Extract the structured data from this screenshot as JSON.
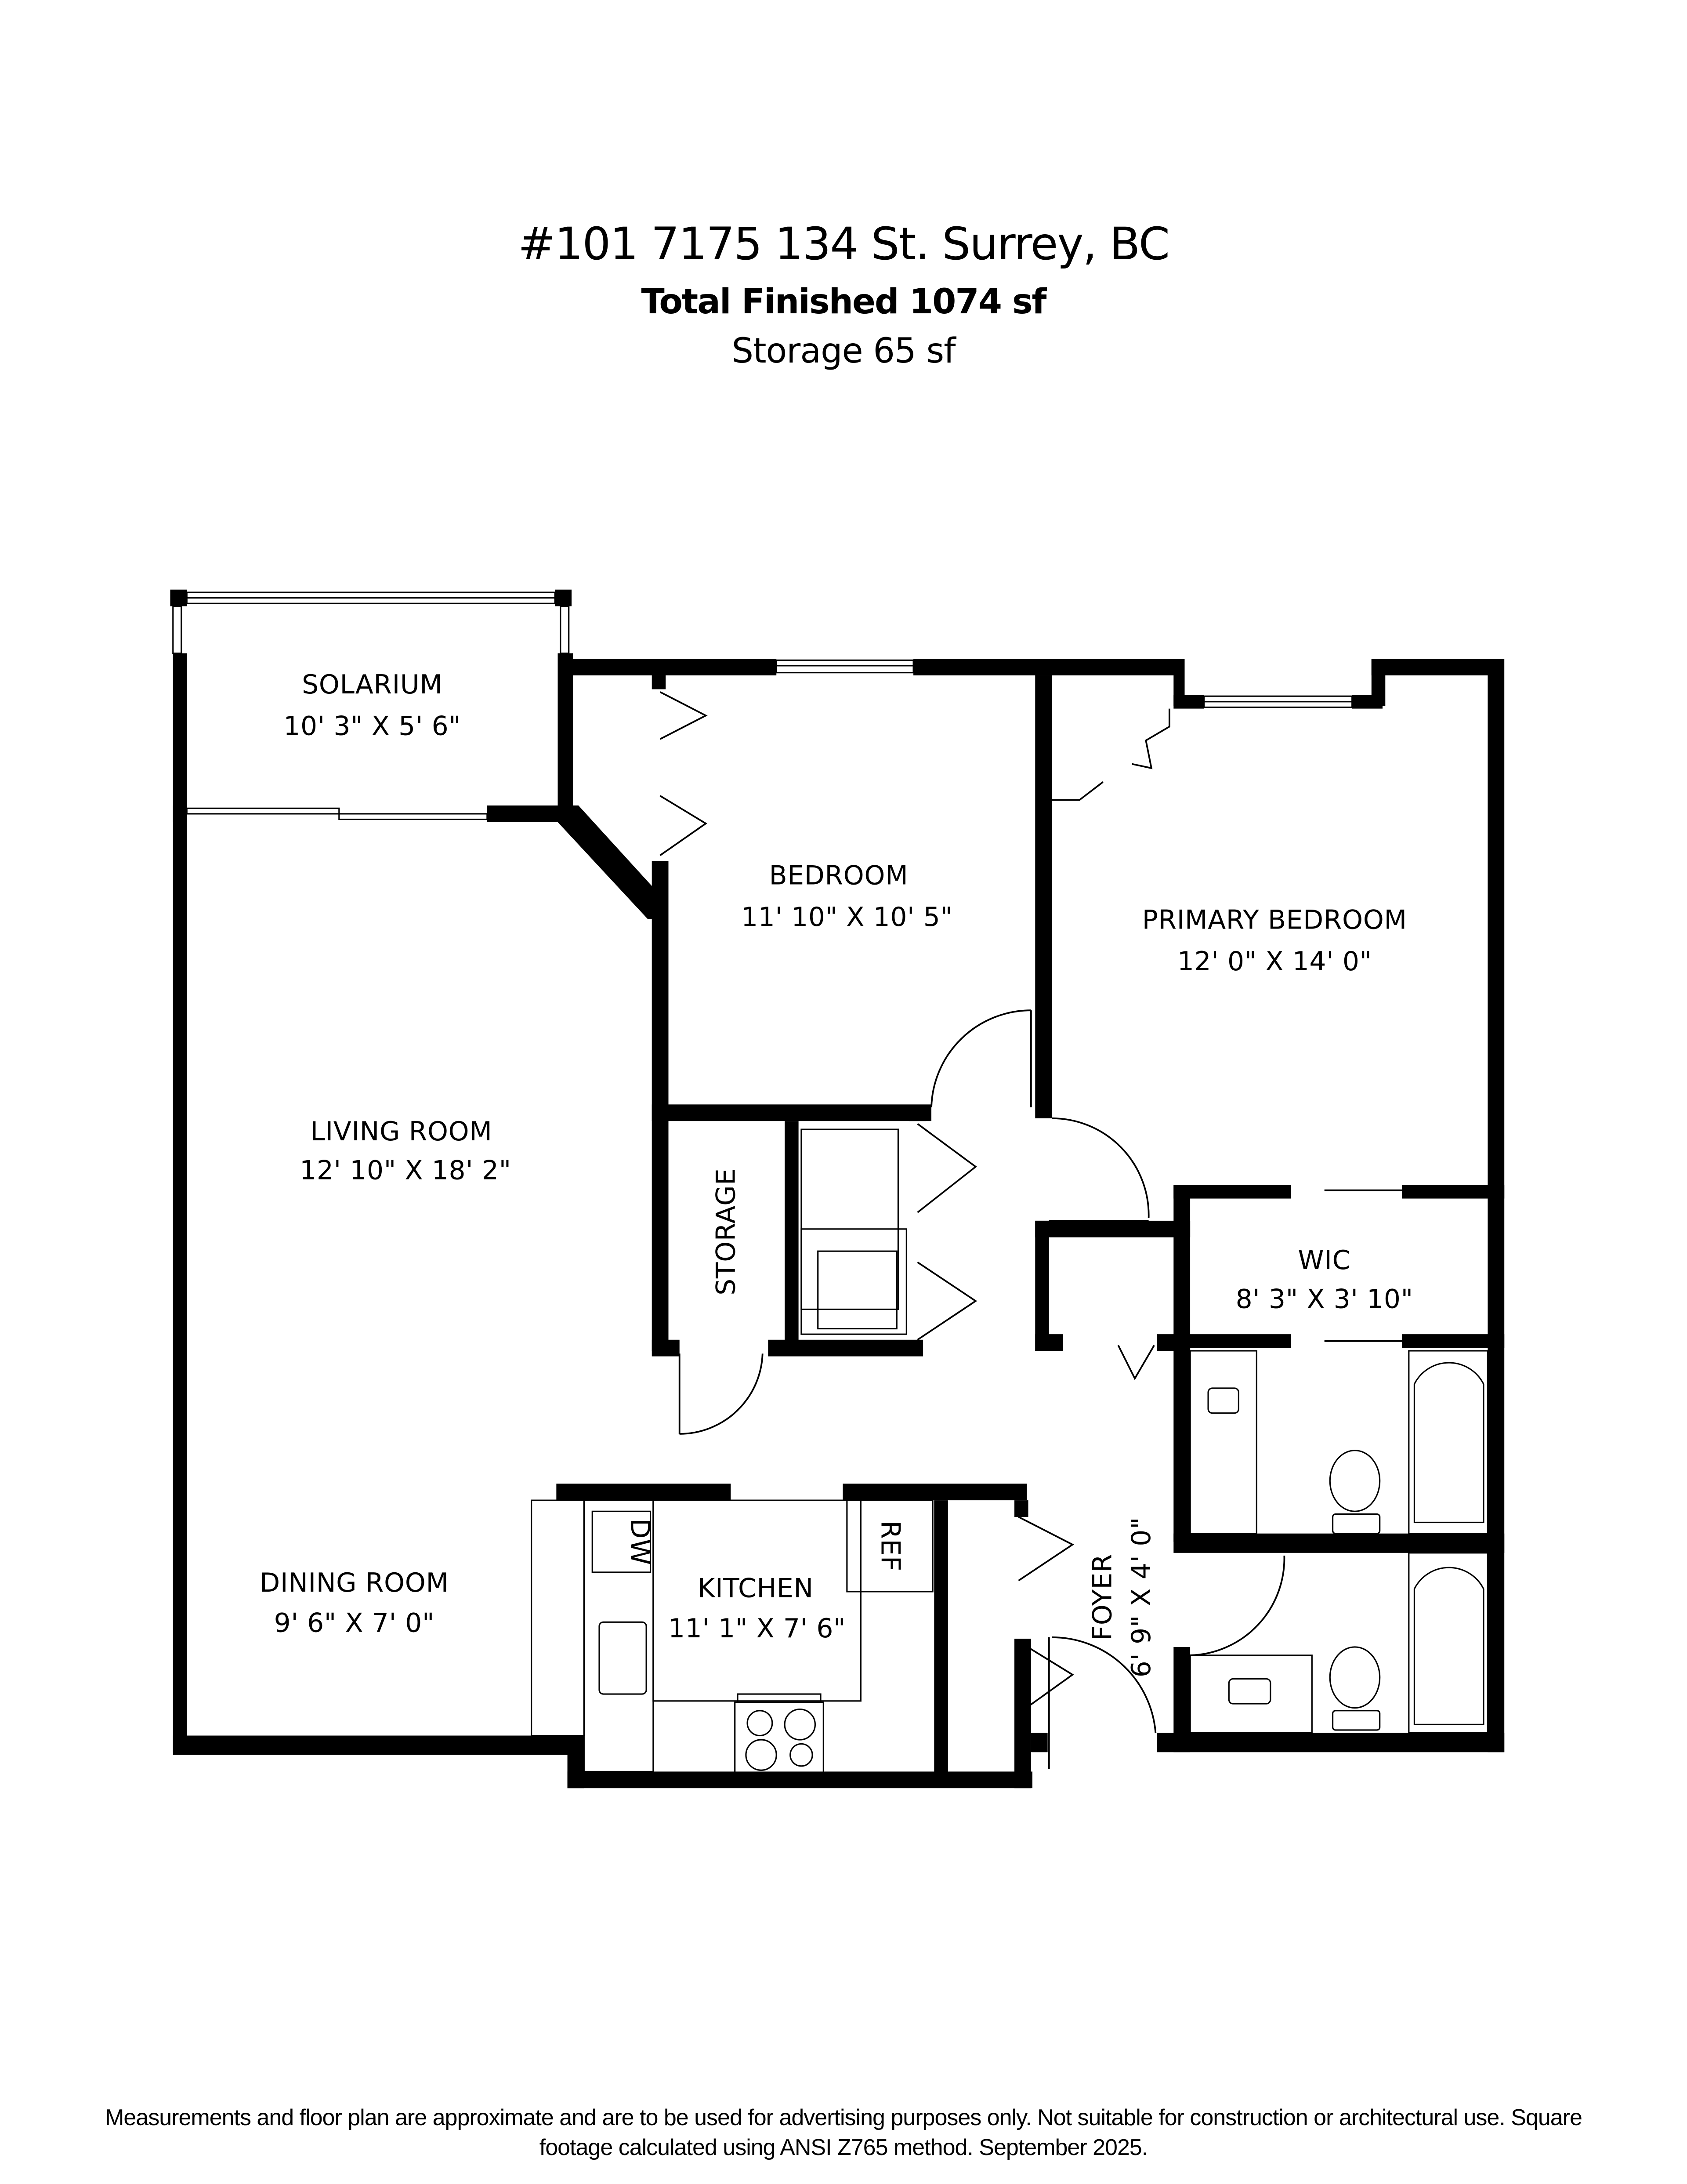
{
  "header": {
    "address": "#101 7175 134 St. Surrey, BC",
    "total_finished": "Total Finished  1074 sf",
    "storage": "Storage  65 sf"
  },
  "rooms": {
    "solarium": {
      "name": "SOLARIUM",
      "dims": "10' 3\" X 5' 6\""
    },
    "bedroom": {
      "name": "BEDROOM",
      "dims": "11' 10\" X 10' 5\""
    },
    "primary_bedroom": {
      "name": "PRIMARY BEDROOM",
      "dims": "12' 0\" X 14' 0\""
    },
    "living_room": {
      "name": "LIVING ROOM",
      "dims": "12' 10\" X 18' 2\""
    },
    "storage": {
      "name": "STORAGE"
    },
    "wic": {
      "name": "WIC",
      "dims": "8' 3\" X 3' 10\""
    },
    "dining_room": {
      "name": "DINING ROOM",
      "dims": "9' 6\" X 7' 0\""
    },
    "kitchen": {
      "name": "KITCHEN",
      "dims": "11' 1\" X 7' 6\""
    },
    "foyer": {
      "name": "FOYER",
      "dims": "6' 9\" X 4' 0\""
    }
  },
  "appliances": {
    "dishwasher": "DW",
    "refrigerator": "REF"
  },
  "disclaimer": {
    "line1": "Measurements and floor plan are approximate and are to be used for advertising purposes only. Not suitable for construction or architectural use. Square",
    "line2": "footage calculated using ANSI Z765 method. September 2025."
  },
  "colors": {
    "wall": "#000000",
    "background": "#ffffff"
  }
}
